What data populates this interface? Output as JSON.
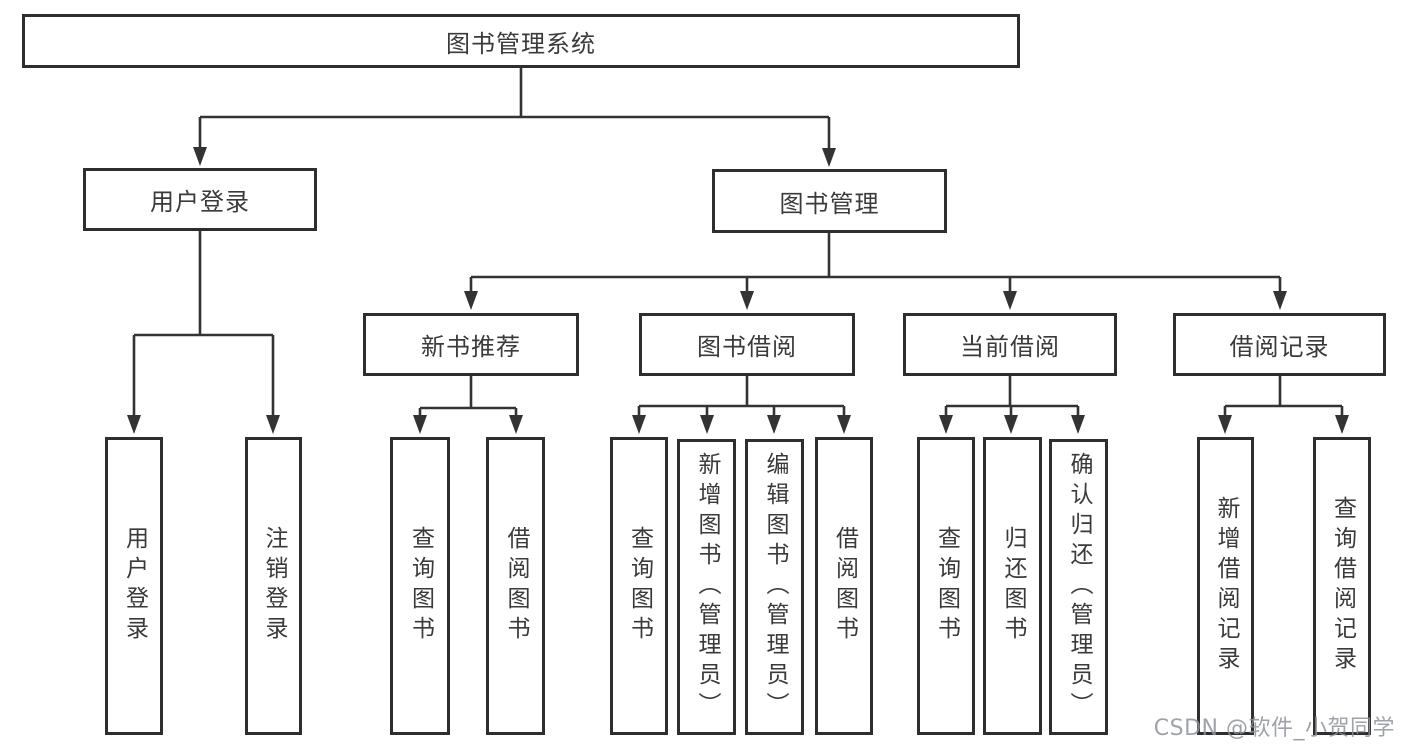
{
  "colors": {
    "line": "#333333",
    "box-border": "#2e2e2e",
    "box-fill": "#ffffff",
    "text": "#3a3a3a",
    "watermark": "#8f929b",
    "background": "#ffffff"
  },
  "nodes": {
    "root": "图书管理系统",
    "user_login": "用户登录",
    "book_mgmt": "图书管理",
    "new_book_rec": "新书推荐",
    "book_borrow": "图书借阅",
    "current_borrow": "当前借阅",
    "borrow_record": "借阅记录",
    "user_login_leaf": "用户登录",
    "logout_leaf": "注销登录",
    "rec_query_book": "查询图书",
    "rec_borrow_book": "借阅图书",
    "bb_query_book": "查询图书",
    "bb_add_book": "新增图书（管理员）",
    "bb_edit_book": "编辑图书（管理员）",
    "bb_borrow_book": "借阅图书",
    "cb_query_book": "查询图书",
    "cb_return_book": "归还图书",
    "cb_confirm_return": "确认归还（管理员）",
    "br_add_record": "新增借阅记录",
    "br_query_record": "查询借阅记录"
  },
  "watermark": "CSDN @软件_小贺同学"
}
